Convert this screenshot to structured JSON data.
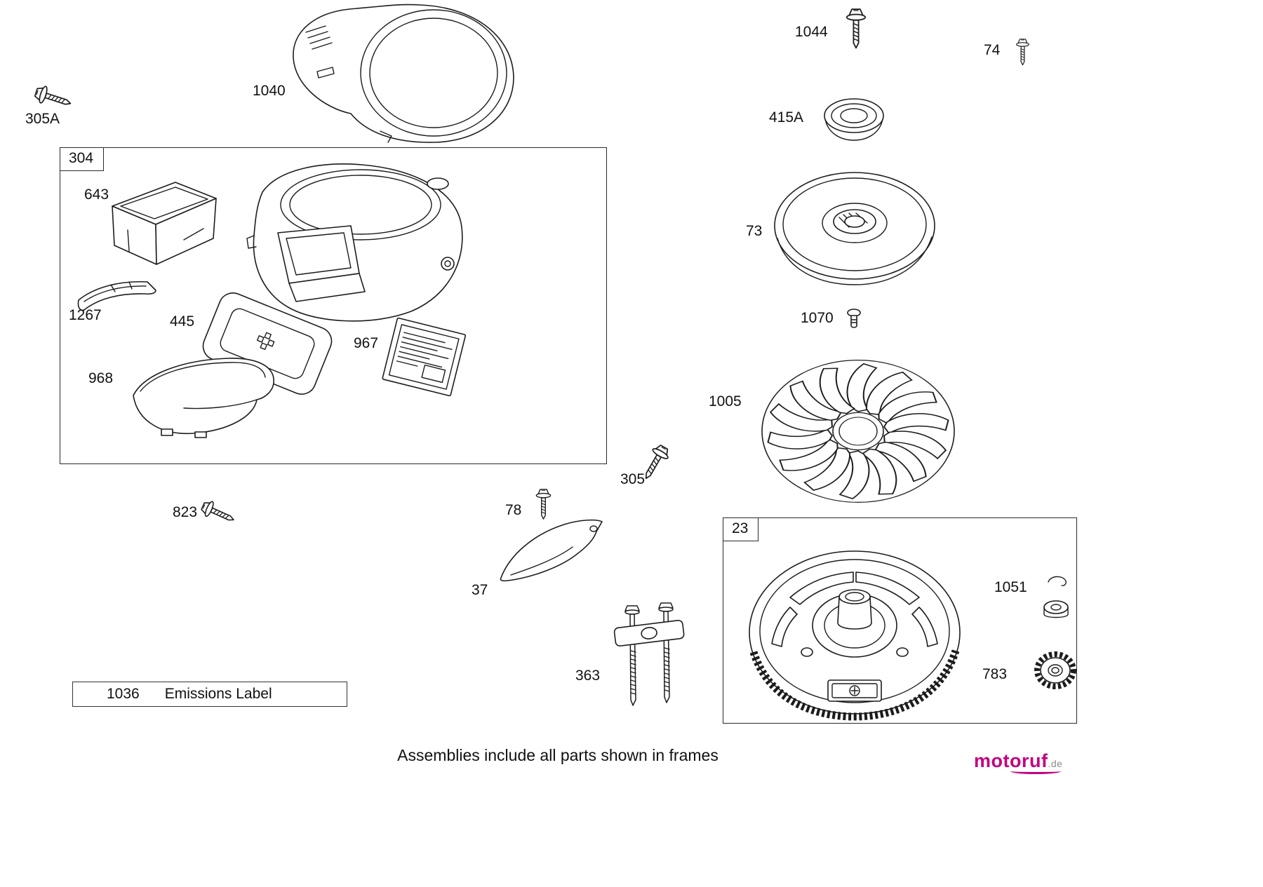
{
  "frames": {
    "f304": "304",
    "f23": "23"
  },
  "parts": {
    "p305A": "305A",
    "p1040": "1040",
    "p643": "643",
    "p1267": "1267",
    "p445": "445",
    "p967": "967",
    "p968": "968",
    "p823": "823",
    "p78": "78",
    "p37": "37",
    "p305": "305",
    "p363": "363",
    "p1044": "1044",
    "p74": "74",
    "p415A": "415A",
    "p73": "73",
    "p1070": "1070",
    "p1005": "1005",
    "p1051": "1051",
    "p783": "783"
  },
  "emissions": {
    "number": "1036",
    "label": "Emissions Label"
  },
  "footer": {
    "note": "Assemblies include all parts shown in frames"
  },
  "brand": {
    "name": "motoruf",
    "tld": ".de",
    "color": "#c4007e"
  }
}
